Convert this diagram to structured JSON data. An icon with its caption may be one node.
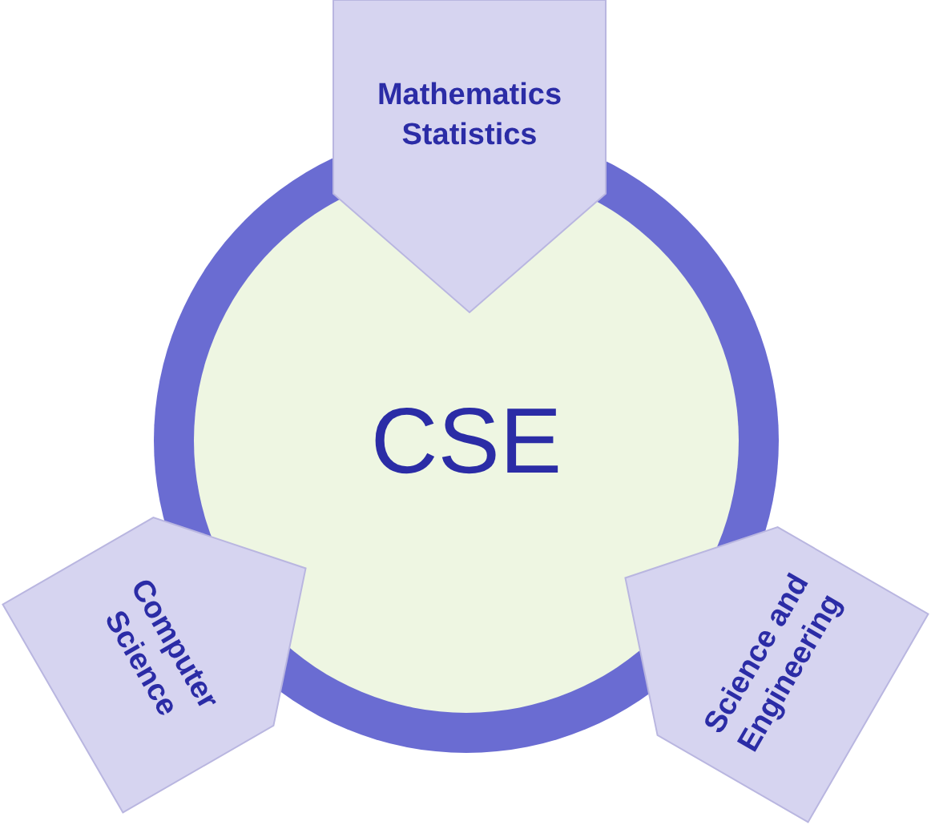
{
  "diagram": {
    "nodes": [
      {
        "text": [
          "CSE"
        ]
      },
      {
        "text": [
          "Mathematics Statistics"
        ]
      },
      {
        "text": [
          "Computer Science"
        ]
      },
      {
        "text": [
          "Science and Engineering"
        ]
      }
    ]
  }
}
